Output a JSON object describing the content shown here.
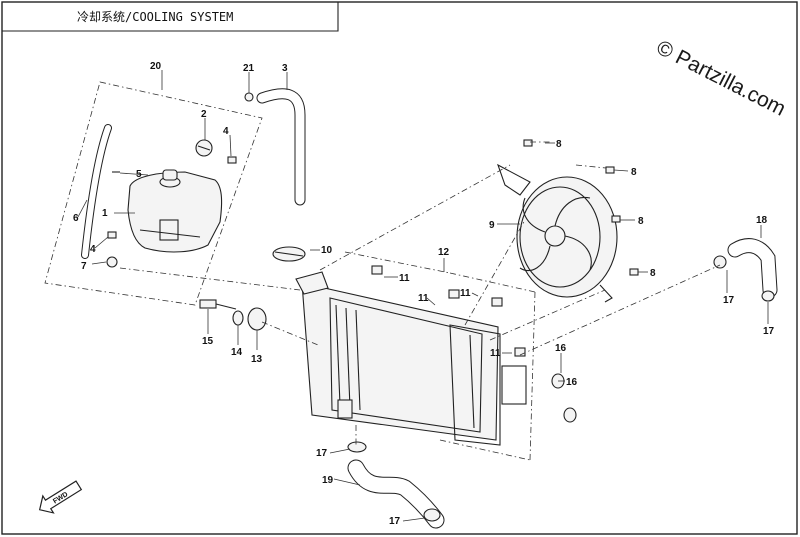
{
  "title": "冷却系统/COOLING SYSTEM",
  "watermark": "© Partzilla.com",
  "fwd_label": "FWD",
  "callouts": {
    "c1": "1",
    "c2": "2",
    "c3": "3",
    "c4a": "4",
    "c4b": "4",
    "c5": "5",
    "c6": "6",
    "c7": "7",
    "c8a": "8",
    "c8b": "8",
    "c8c": "8",
    "c8d": "8",
    "c9": "9",
    "c10": "10",
    "c11a": "11",
    "c11b": "11",
    "c11c": "11",
    "c11d": "11",
    "c12": "12",
    "c13": "13",
    "c14": "14",
    "c15": "15",
    "c16a": "16",
    "c16b": "16",
    "c17a": "17",
    "c17b": "17",
    "c17c": "17",
    "c17d": "17",
    "c18": "18",
    "c19": "19",
    "c20": "20",
    "c21": "21"
  }
}
